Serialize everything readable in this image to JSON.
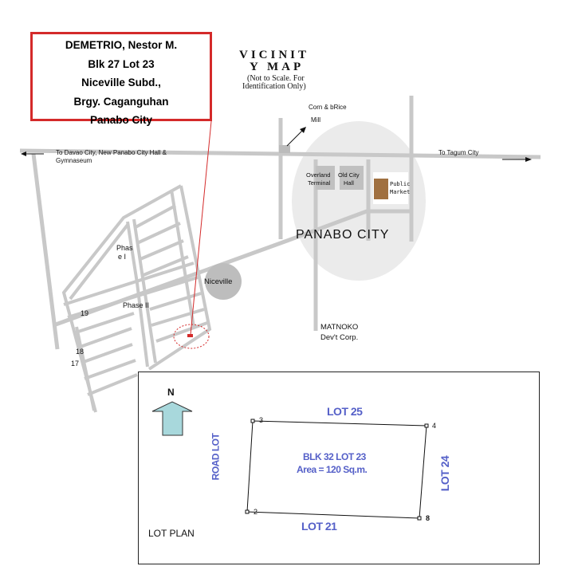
{
  "owner_box": {
    "lines": [
      "DEMETRIO, Nestor M.",
      "Blk 27 Lot 23",
      "Niceville Subd.,",
      "Brgy. Caganguhan",
      "Panabo City"
    ]
  },
  "title": {
    "line1": "VICINIT",
    "line2": "Y MAP",
    "note1": "(Not to Scale. For",
    "note2": "Identification Only)"
  },
  "labels": {
    "rice_mill1": "Corn & bRice",
    "rice_mill2": "Mill",
    "to_davao1": "To Davao City, New Panabo City Hall &",
    "to_davao2": "Gymnaseum",
    "to_tagum": "To Tagum City",
    "overland1": "Overland",
    "overland2": "Terminal",
    "cityhall1": "Old City",
    "cityhall2": "Hall",
    "public_market": "Public Market",
    "panabo": "PANABO CITY",
    "phase1a": "Phas",
    "phase1b": "e I",
    "phase2": "Phase II",
    "niceville": "Niceville",
    "n19": "19",
    "n18": "18",
    "n17": "17",
    "matnoko1": "MATNOKO",
    "matnoko2": "Dev't Corp."
  },
  "lot_plan": {
    "north": "N",
    "title": "LOT PLAN",
    "lot25": "LOT 25",
    "lot21": "LOT 21",
    "lot24": "LOT 24",
    "road_lot": "ROAD LOT",
    "lot_name": "BLK 32 LOT 23",
    "area": "Area = 120 Sq.m.",
    "corner3": "3",
    "corner4": "4",
    "corner2": "2",
    "corner8": "8"
  },
  "colors": {
    "road": "#c8c8c8",
    "city": "#ebebeb",
    "marker": "#d42a2a",
    "lot_text": "#5560c8",
    "arrow": "#a8d8dc"
  }
}
